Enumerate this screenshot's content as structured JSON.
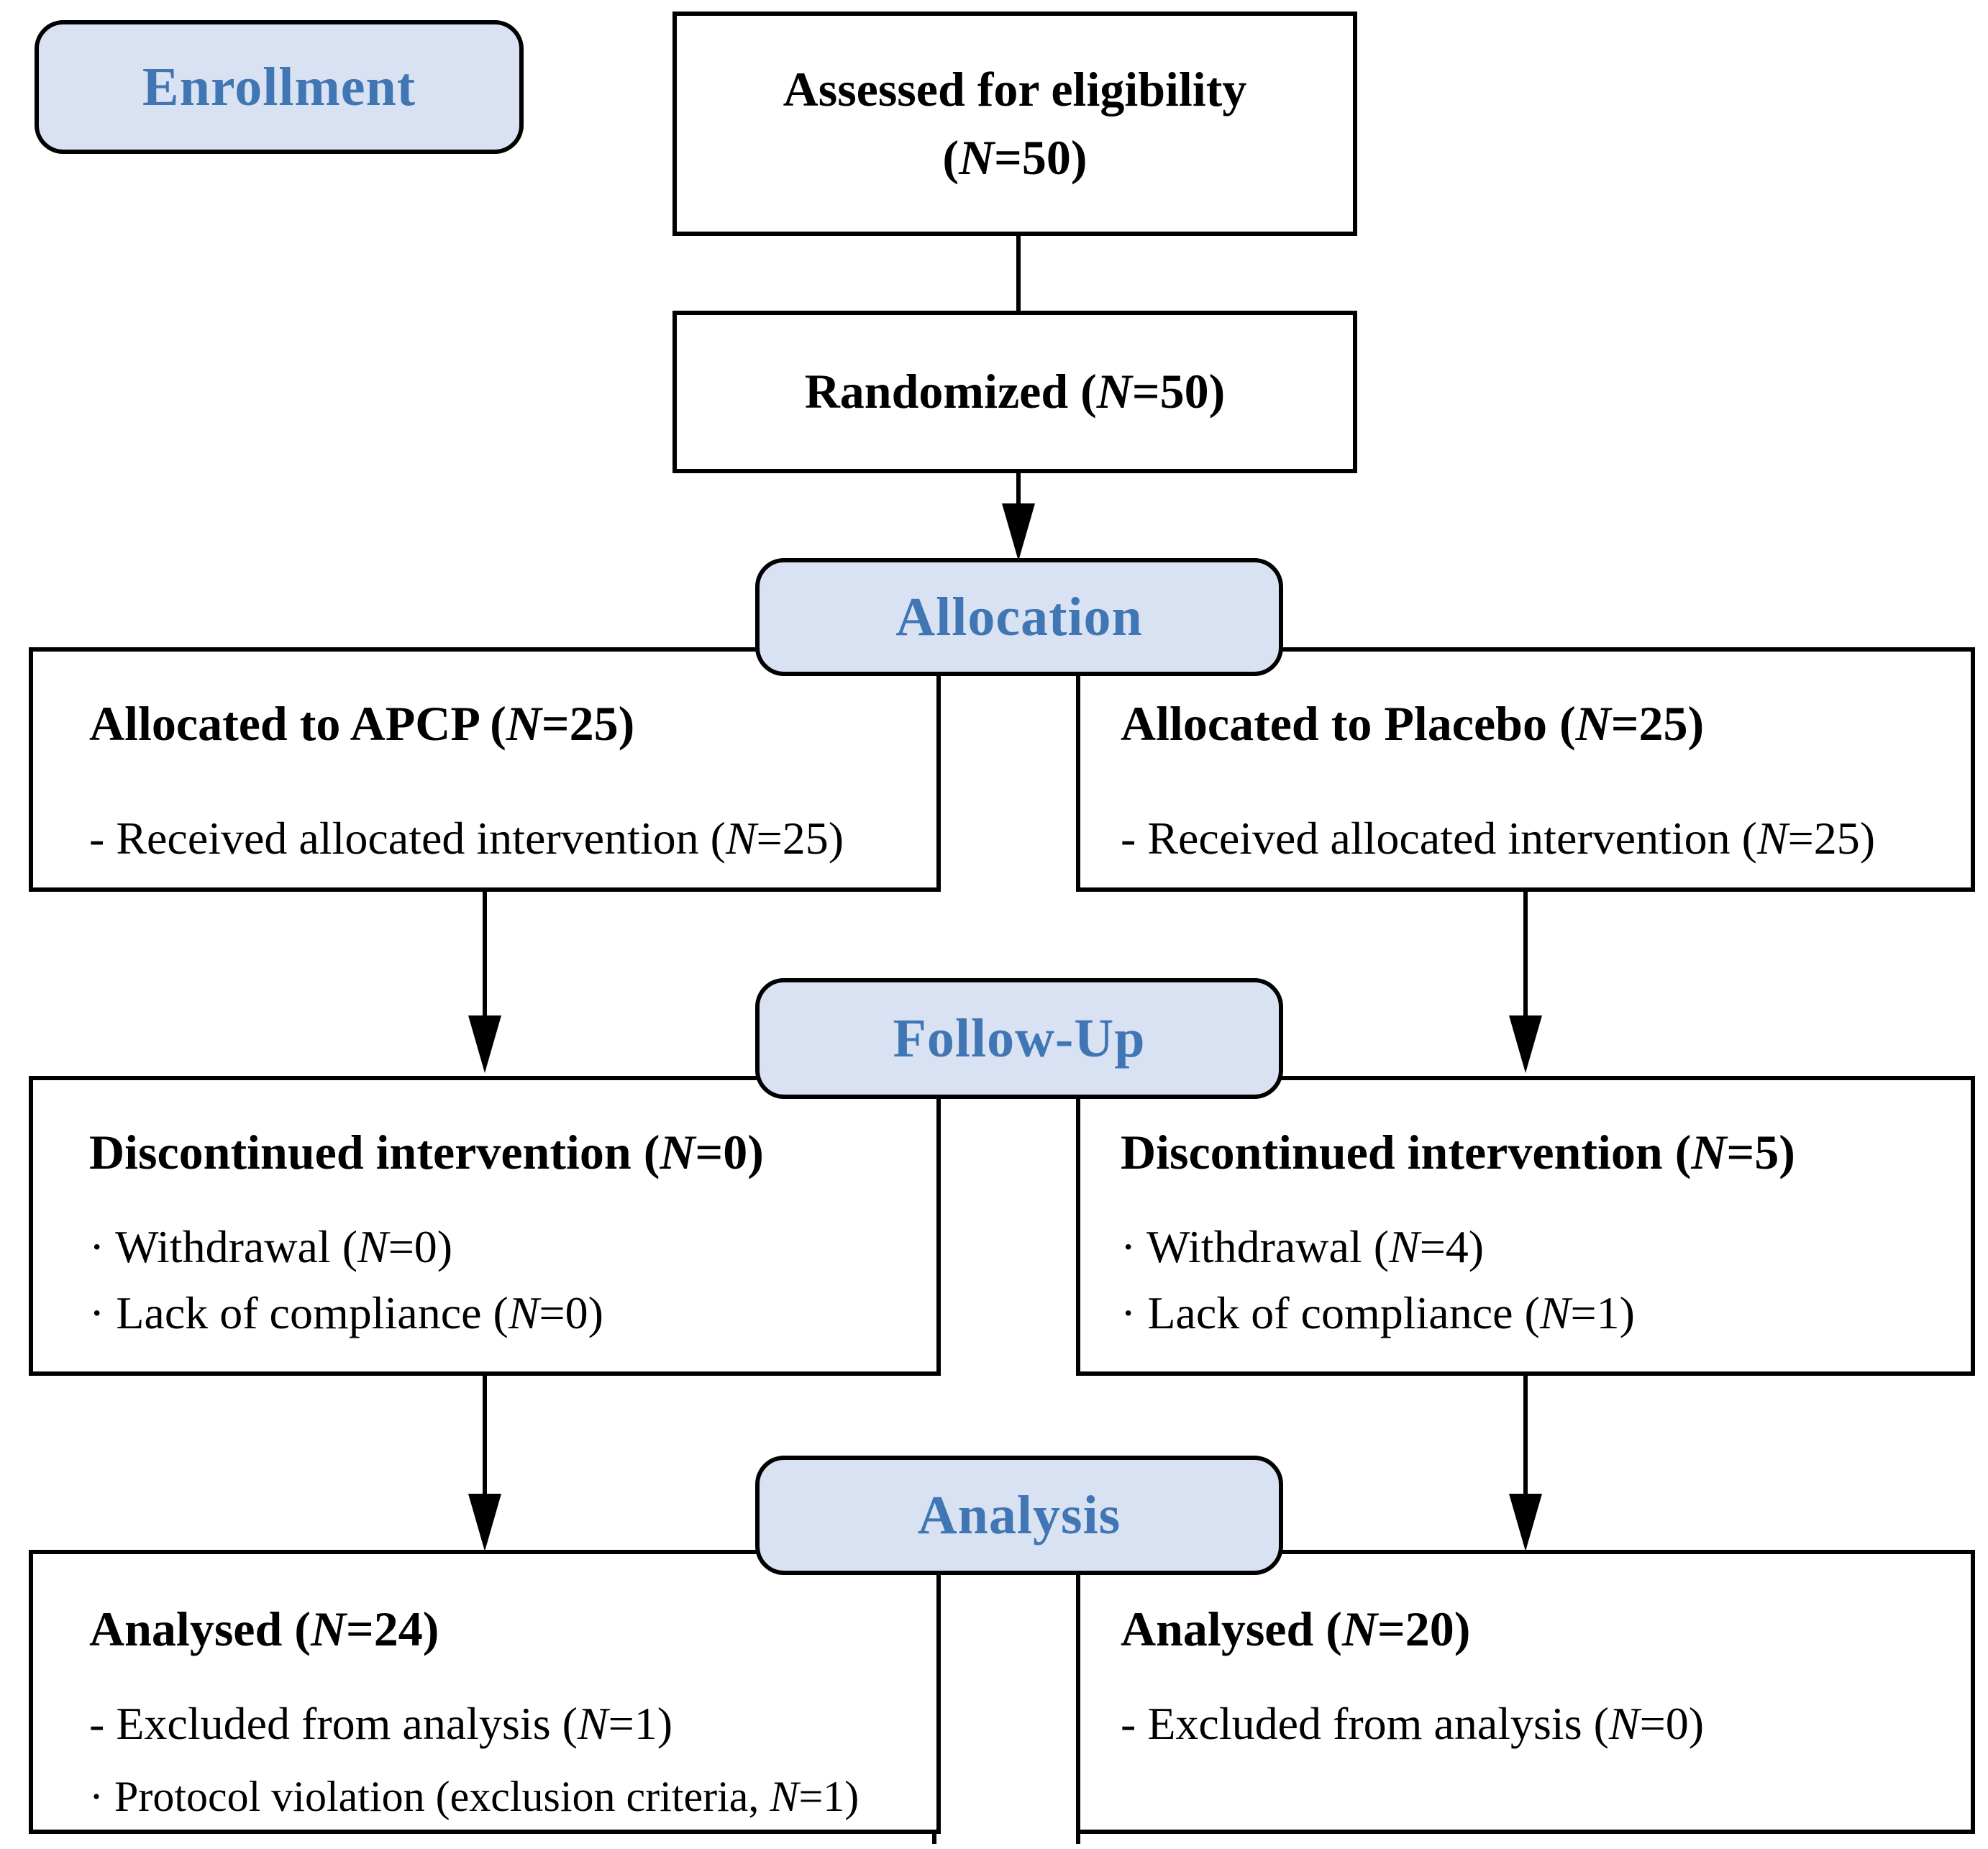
{
  "colors": {
    "pill_fill": "#d9e2f2",
    "pill_text": "#4076b4",
    "line": "#000000",
    "box_fill": "#ffffff",
    "text": "#000000",
    "background": "#ffffff"
  },
  "stage_labels": {
    "enrollment": "Enrollment",
    "allocation": "Allocation",
    "followup": "Follow-Up",
    "analysis": "Analysis"
  },
  "assessed_box": {
    "line1": "Assessed for eligibility",
    "line2": {
      "pre": "(",
      "n": "N",
      "post": "=50)"
    }
  },
  "randomized_box": {
    "line1": {
      "pre": "Randomized (",
      "n": "N",
      "post": "=50)"
    }
  },
  "allocation_left": {
    "title": {
      "pre": "Allocated to APCP (",
      "n": "N",
      "post": "=25)"
    },
    "items": [
      {
        "pre": "- Received allocated intervention (",
        "n": "N",
        "post": "=25)"
      }
    ]
  },
  "allocation_right": {
    "title": {
      "pre": "Allocated to Placebo (",
      "n": "N",
      "post": "=25)"
    },
    "items": [
      {
        "pre": "- Received allocated intervention (",
        "n": "N",
        "post": "=25)"
      }
    ]
  },
  "followup_left": {
    "title": {
      "pre": "Discontinued intervention (",
      "n": "N",
      "post": "=0)"
    },
    "items": [
      {
        "pre": "· Withdrawal (",
        "n": "N",
        "post": "=0)"
      },
      {
        "pre": "· Lack of compliance (",
        "n": "N",
        "post": "=0)"
      }
    ]
  },
  "followup_right": {
    "title": {
      "pre": "Discontinued intervention (",
      "n": "N",
      "post": "=5)"
    },
    "items": [
      {
        "pre": "· Withdrawal (",
        "n": "N",
        "post": "=4)"
      },
      {
        "pre": "· Lack of compliance (",
        "n": "N",
        "post": "=1)"
      }
    ]
  },
  "analysis_left": {
    "title": {
      "pre": "Analysed (",
      "n": "N",
      "post": "=24)"
    },
    "items": [
      {
        "pre": "- Excluded from analysis (",
        "n": "N",
        "post": "=1)"
      },
      {
        "pre": "· Protocol violation (exclusion criteria, ",
        "n": "N",
        "post": "=1)"
      }
    ]
  },
  "analysis_right": {
    "title": {
      "pre": "Analysed (",
      "n": "N",
      "post": "=20)"
    },
    "items": [
      {
        "pre": "- Excluded from analysis (",
        "n": "N",
        "post": "=0)"
      }
    ]
  }
}
